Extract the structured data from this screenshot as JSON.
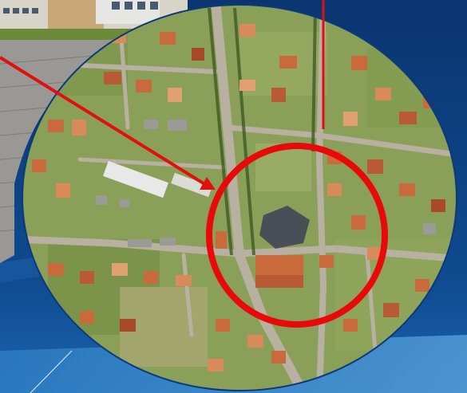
{
  "slide": {
    "background_colors": [
      "#0b3a78",
      "#1a64ae",
      "#3f8fd0"
    ]
  },
  "photo_inset": {
    "icon": "building-photo"
  },
  "aerial_map": {
    "icon": "aerial-satellite-view",
    "ground_color": "#8aa058",
    "roof_colors": [
      "#c86a3c",
      "#d88a5a",
      "#b85a36",
      "#e0a070",
      "#a84a2a"
    ],
    "road_color": "#b8b0a0"
  },
  "highlight": {
    "ring_color": "#e80a0a",
    "arrow_color": "#e01010",
    "arrows": 2
  }
}
